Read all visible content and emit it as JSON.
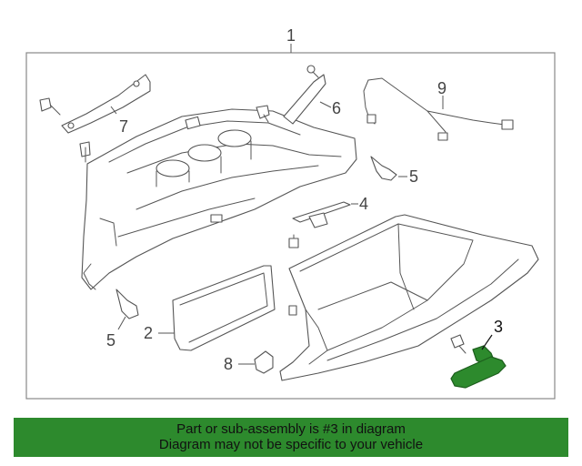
{
  "callouts": {
    "c1": "1",
    "c2": "2",
    "c3": "3",
    "c4": "4",
    "c5a": "5",
    "c5b": "5",
    "c6": "6",
    "c7": "7",
    "c8": "8",
    "c9": "9"
  },
  "highlighted_part": "3",
  "colors": {
    "highlight": "#2d8a2d",
    "line": "#555555",
    "border": "#888888"
  },
  "footer": {
    "line1": "Part or sub-assembly is #3 in diagram",
    "line2": "Diagram may not be specific to your vehicle"
  }
}
